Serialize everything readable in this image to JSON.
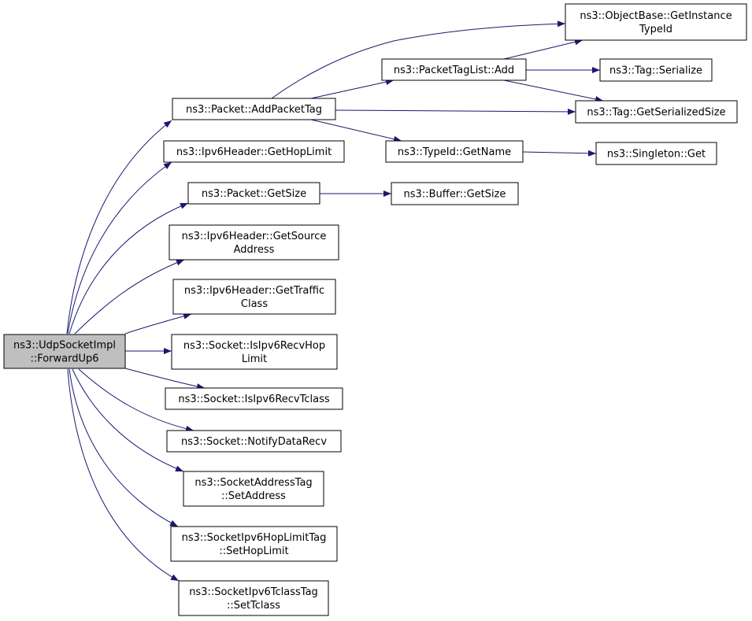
{
  "nodes": [
    {
      "id": "root",
      "lines": [
        "ns3::UdpSocketImpl",
        "::ForwardUp6"
      ],
      "root": true
    },
    {
      "id": "addPacketTag",
      "lines": [
        "ns3::Packet::AddPacketTag"
      ]
    },
    {
      "id": "getHopLimit",
      "lines": [
        "ns3::Ipv6Header::GetHopLimit"
      ]
    },
    {
      "id": "packetGetSize",
      "lines": [
        "ns3::Packet::GetSize"
      ]
    },
    {
      "id": "getSourceAddress",
      "lines": [
        "ns3::Ipv6Header::GetSource",
        "Address"
      ]
    },
    {
      "id": "getTrafficClass",
      "lines": [
        "ns3::Ipv6Header::GetTraffic",
        "Class"
      ]
    },
    {
      "id": "isIpv6RecvHopLimit",
      "lines": [
        "ns3::Socket::IsIpv6RecvHop",
        "Limit"
      ]
    },
    {
      "id": "isIpv6RecvTclass",
      "lines": [
        "ns3::Socket::IsIpv6RecvTclass"
      ]
    },
    {
      "id": "notifyDataRecv",
      "lines": [
        "ns3::Socket::NotifyDataRecv"
      ]
    },
    {
      "id": "setAddress",
      "lines": [
        "ns3::SocketAddressTag",
        "::SetAddress"
      ]
    },
    {
      "id": "setHopLimit",
      "lines": [
        "ns3::SocketIpv6HopLimitTag",
        "::SetHopLimit"
      ]
    },
    {
      "id": "setTclass",
      "lines": [
        "ns3::SocketIpv6TclassTag",
        "::SetTclass"
      ]
    },
    {
      "id": "packetTagListAdd",
      "lines": [
        "ns3::PacketTagList::Add"
      ]
    },
    {
      "id": "typeIdGetName",
      "lines": [
        "ns3::TypeId::GetName"
      ]
    },
    {
      "id": "bufferGetSize",
      "lines": [
        "ns3::Buffer::GetSize"
      ]
    },
    {
      "id": "getInstanceTypeId",
      "lines": [
        "ns3::ObjectBase::GetInstance",
        "TypeId"
      ]
    },
    {
      "id": "tagSerialize",
      "lines": [
        "ns3::Tag::Serialize"
      ]
    },
    {
      "id": "tagGetSerializedSize",
      "lines": [
        "ns3::Tag::GetSerializedSize"
      ]
    },
    {
      "id": "singletonGet",
      "lines": [
        "ns3::Singleton::Get"
      ]
    }
  ],
  "edges": [
    {
      "from": "root",
      "to": "addPacketTag"
    },
    {
      "from": "root",
      "to": "getHopLimit"
    },
    {
      "from": "root",
      "to": "packetGetSize"
    },
    {
      "from": "root",
      "to": "getSourceAddress"
    },
    {
      "from": "root",
      "to": "getTrafficClass"
    },
    {
      "from": "root",
      "to": "isIpv6RecvHopLimit"
    },
    {
      "from": "root",
      "to": "isIpv6RecvTclass"
    },
    {
      "from": "root",
      "to": "notifyDataRecv"
    },
    {
      "from": "root",
      "to": "setAddress"
    },
    {
      "from": "root",
      "to": "setHopLimit"
    },
    {
      "from": "root",
      "to": "setTclass"
    },
    {
      "from": "addPacketTag",
      "to": "getInstanceTypeId"
    },
    {
      "from": "addPacketTag",
      "to": "packetTagListAdd"
    },
    {
      "from": "addPacketTag",
      "to": "tagGetSerializedSize"
    },
    {
      "from": "addPacketTag",
      "to": "typeIdGetName"
    },
    {
      "from": "packetTagListAdd",
      "to": "getInstanceTypeId"
    },
    {
      "from": "packetTagListAdd",
      "to": "tagSerialize"
    },
    {
      "from": "packetTagListAdd",
      "to": "tagGetSerializedSize"
    },
    {
      "from": "typeIdGetName",
      "to": "singletonGet"
    },
    {
      "from": "packetGetSize",
      "to": "bufferGetSize"
    }
  ]
}
